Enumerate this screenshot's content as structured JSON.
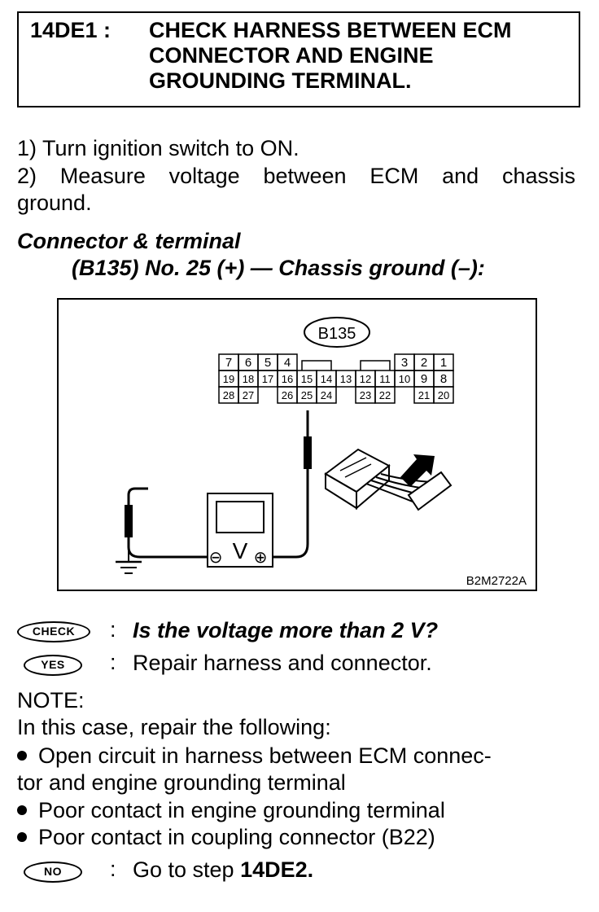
{
  "header": {
    "step_id": "14DE1 :",
    "title_lines": [
      "CHECK HARNESS BETWEEN ECM",
      "CONNECTOR AND ENGINE",
      "GROUNDING TERMINAL."
    ]
  },
  "instructions": {
    "line1": "1)  Turn ignition switch to ON.",
    "line2": "2)  Measure voltage between ECM and chassis",
    "line3": "ground."
  },
  "connector": {
    "heading": "Connector & terminal",
    "spec": "(B135) No. 25 (+) — Chassis ground (–):"
  },
  "diagram": {
    "connector_label": "B135",
    "row1": [
      "7",
      "6",
      "5",
      "4",
      "3",
      "2",
      "1"
    ],
    "row2": [
      "19",
      "18",
      "17",
      "16",
      "15",
      "14",
      "13",
      "12",
      "11",
      "10",
      "9",
      "8"
    ],
    "row3": [
      "28",
      "27",
      "26",
      "25",
      "24",
      "23",
      "22",
      "21",
      "20"
    ],
    "meter_symbol": "V",
    "minus_symbol": "⊖",
    "plus_symbol": "⊕",
    "figure_code": "B2M2722A"
  },
  "check": {
    "badge": "CHECK",
    "question": "Is the voltage more than 2 V?"
  },
  "yes": {
    "badge": "YES",
    "action": "Repair harness and connector."
  },
  "note": {
    "label": "NOTE:",
    "intro": "In this case, repair the following:",
    "bullet1_line1": "Open circuit in harness between ECM connec-",
    "bullet1_line2": "tor and engine grounding terminal",
    "bullet2": "Poor contact in engine grounding terminal",
    "bullet3": "Poor contact in coupling connector (B22)"
  },
  "no": {
    "badge": "NO",
    "prefix": "Go to step ",
    "target": "14DE2."
  }
}
